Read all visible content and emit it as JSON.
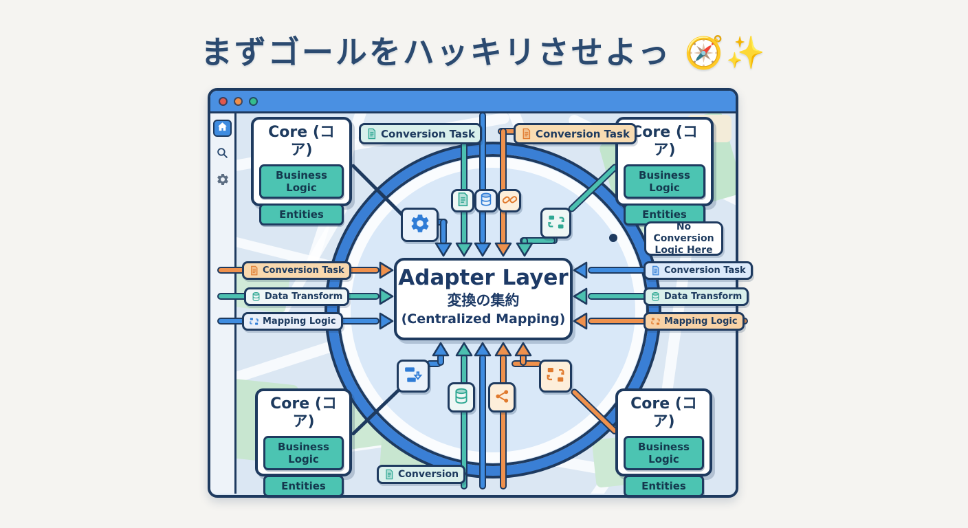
{
  "title": {
    "text": "まずゴールをハッキリさせよっ 🧭✨"
  },
  "window": {
    "traffic_lights": [
      {
        "name": "close",
        "color": "#e0584d"
      },
      {
        "name": "minimize",
        "color": "#ef8f4b"
      },
      {
        "name": "maximize",
        "color": "#35bd8d"
      }
    ],
    "sidebar_items": [
      {
        "name": "home",
        "icon": "home-icon",
        "active": true
      },
      {
        "name": "search",
        "icon": "search-icon",
        "active": false
      },
      {
        "name": "settings",
        "icon": "gear-icon",
        "active": false
      }
    ]
  },
  "adapter_box": {
    "title": "Adapter Layer",
    "subtitle_ja": "変換の集約",
    "subtitle_en": "(Centralized Mapping)"
  },
  "core_box": {
    "title": "Core (コア)",
    "items": [
      "Business Logic",
      "Entities"
    ]
  },
  "tags": {
    "conversion_task": "Conversion Task",
    "data_transform": "Data Transform",
    "mapping_logic": "Mapping Logic",
    "conversion": "Conversion"
  },
  "callout": {
    "no_conversion": "No Conversion Logic Here"
  },
  "icons": [
    "home-icon",
    "search-icon",
    "gear-icon",
    "document-icon",
    "database-icon",
    "sync-icon",
    "chain-icon",
    "share-icon",
    "flowchart-icon",
    "compass-emoji",
    "sparkles-emoji"
  ],
  "colors": {
    "navy": "#1e3a5f",
    "blue": "#3f8ce0",
    "teal": "#4cc0b0",
    "orange": "#ef914d",
    "ring_blue": "#3a7fd5",
    "titlebar_blue": "#4a90e2",
    "button_teal": "#4cc4b2",
    "map_bg": "#dbe7f3",
    "map_green": "#c8e6d0",
    "light_teal": "#d9f0ec",
    "light_orange": "#f8dcb2",
    "light_blue": "#dce9fb"
  }
}
